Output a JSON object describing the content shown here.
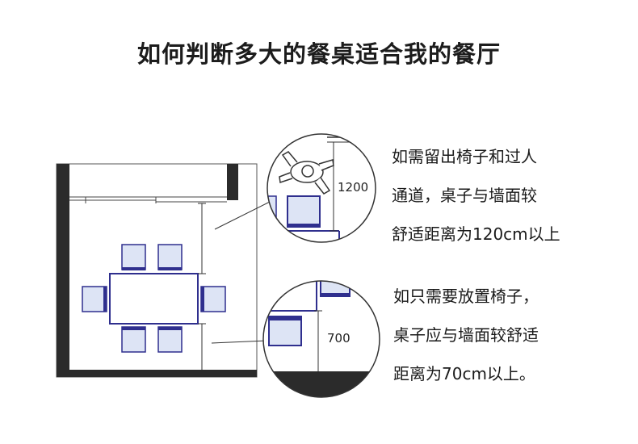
{
  "title": "如何判断多大的餐桌适合我的餐厅",
  "dimension_top": "1200",
  "dimension_bottom": "700",
  "note_top": [
    "如需留出椅子和过人",
    "通道，桌子与墙面较",
    "舒适距离为120cm以上"
  ],
  "note_bottom": [
    "如只需要放置椅子，",
    "桌子应与墙面较舒适",
    "距离为70cm以上。"
  ],
  "colors": {
    "wall": "#2b2b2b",
    "chair": "#2f2f8e",
    "chair_fill": "#dde4f5",
    "line": "#333333"
  }
}
